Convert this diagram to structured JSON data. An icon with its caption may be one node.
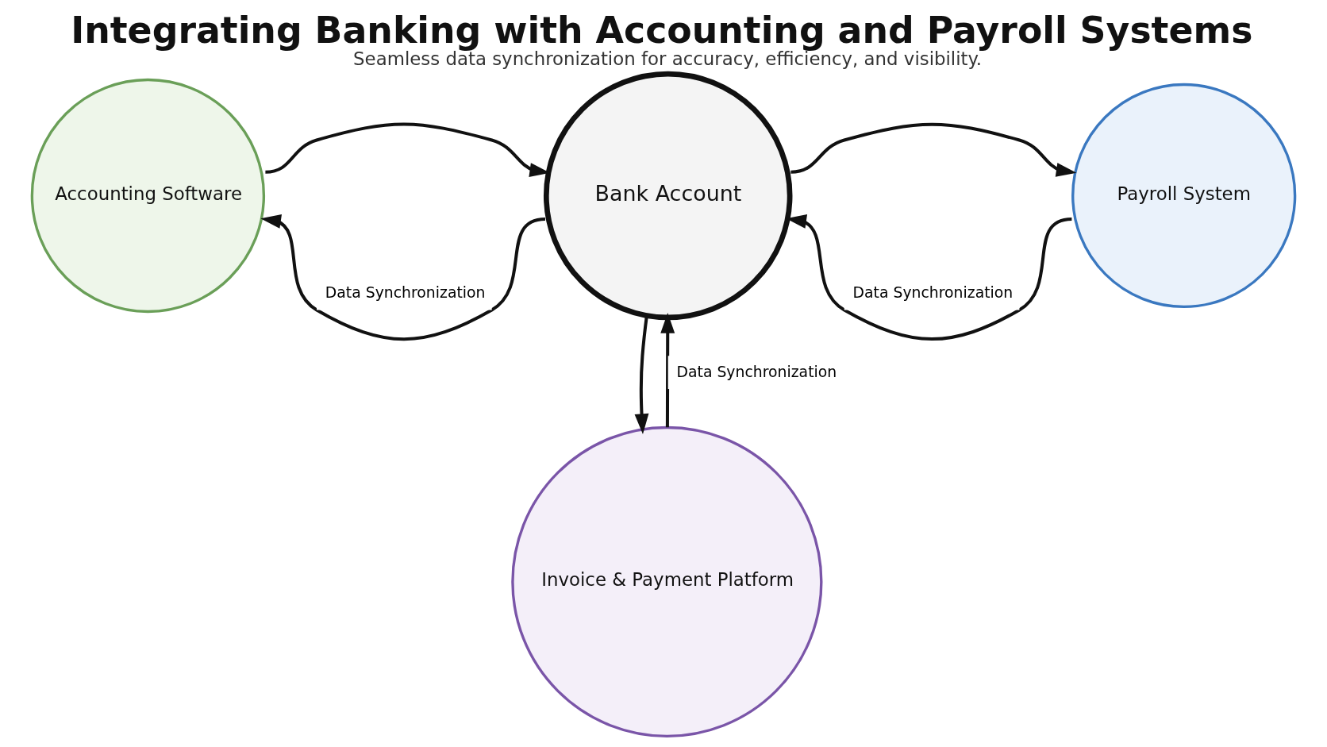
{
  "diagram": {
    "title": "Integrating Banking with Accounting and Payroll Systems",
    "caption": "Seamless data synchronization for accuracy, efficiency, and visibility.",
    "nodes": [
      {
        "text": [
          "Accounting Software"
        ]
      },
      {
        "text": [
          "Bank Account"
        ]
      },
      {
        "text": [
          "Payroll System"
        ]
      },
      {
        "text": [
          "Invoice & Payment Platform"
        ]
      }
    ],
    "edges": [
      {
        "from": 0,
        "to": 1,
        "arrow": "to"
      },
      {
        "from": 1,
        "to": 0,
        "arrow": "to",
        "label": "Data Synchronization"
      },
      {
        "from": 1,
        "to": 2,
        "arrow": "to"
      },
      {
        "from": 2,
        "to": 1,
        "arrow": "to",
        "label": "Data Synchronization"
      },
      {
        "from": 1,
        "to": 3,
        "arrow": "to"
      },
      {
        "from": 3,
        "to": 1,
        "arrow": "to",
        "label": "Data Synchronization"
      }
    ]
  }
}
